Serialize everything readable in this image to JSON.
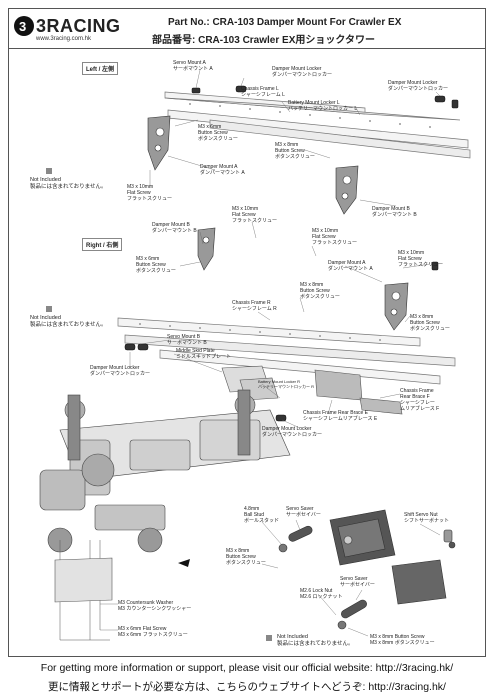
{
  "header": {
    "logo_text": "3RACING",
    "logo_url": "www.3racing.com.hk",
    "title_en": "Part No.: CRA-103  Damper Mount For Crawler EX",
    "title_jp": "部品番号: CRA-103 Crawler EX用ショックタワー"
  },
  "sections": {
    "left": "Left / 左側",
    "right": "Right / 右側"
  },
  "not_included": {
    "en": "Not Included",
    "jp": "製品には含まれておりません。"
  },
  "labels": {
    "l_servo_mount_a": [
      "Servo Mount A",
      "サーボマウント A"
    ],
    "l_damper_locker_1": [
      "Damper Mount Locker",
      "ダンパーマウントロッカー"
    ],
    "l_damper_locker_2": [
      "Damper Mount Locker",
      "ダンパーマウントロッカー"
    ],
    "l_chassis_frame_l": [
      "Chassis Frame L",
      "シャーシフレーム L"
    ],
    "l_battery_locker_l": [
      "Battery Mount Locker L",
      "バッテリーマウントロッカー L"
    ],
    "l_m3x6": [
      "M3 x 6mm",
      "Button Screw",
      "ボタンスクリュー"
    ],
    "l_m3x8": [
      "M3 x 8mm",
      "Button Screw",
      "ボタンスクリュー"
    ],
    "l_damper_a": [
      "Damper Mount A",
      "ダンパーマウント A"
    ],
    "l_m3x10_flat": [
      "M3 x 10mm",
      "Flat Screw",
      "フラットスクリュー"
    ],
    "l_damper_b": [
      "Damper Mount B",
      "ダンパーマウント B"
    ],
    "r_damper_b": [
      "Damper Mount B",
      "ダンパーマウント B"
    ],
    "r_m3x10_flat_1": [
      "M3 x 10mm",
      "Flat Screw",
      "フラットスクリュー"
    ],
    "r_m3x6": [
      "M3 x 6mm",
      "Button Screw",
      "ボタンスクリュー"
    ],
    "r_m3x10_flat_2": [
      "M3 x 10mm",
      "Flat Screw",
      "フラットスクリュー"
    ],
    "r_m3x10_flat_3": [
      "M3 x 10mm",
      "Flat Screw",
      "フラットスクリュー"
    ],
    "r_damper_a": [
      "Damper Mount A",
      "ダンパーマウント A"
    ],
    "r_chassis_frame_r": [
      "Chassis Frame R",
      "シャーシフレーム R"
    ],
    "r_m3x8": [
      "M3 x 8mm",
      "Button Screw",
      "ボタンスクリュー"
    ],
    "r_m3x8_b": [
      "M3 x 8mm",
      "Button Screw",
      "ボタンスクリュー"
    ],
    "r_servo_mount_b": [
      "Servo Mount B",
      "サーボマウント B"
    ],
    "r_middle_skid": [
      "Middle Skid Plate",
      "ミドルスキッドプレート"
    ],
    "r_damper_locker": [
      "Damper Mount Locker",
      "ダンパーマウントロッカー"
    ],
    "r_battery_locker_r": [
      "Battery Mount Locker R",
      "バッテリーマウントロッカー R"
    ],
    "r_rear_brace_f": [
      "Chassis Frame",
      "Rear Brace F",
      "シャーシフレー",
      "ムリアブレース F"
    ],
    "r_rear_brace_e": [
      "Chassis Frame Rear Brace E",
      "シャーシフレームリアブレース E"
    ],
    "r_damper_locker_2": [
      "Damper Mount Locker",
      "ダンパーマウントロッカー"
    ],
    "b_ball_stud": [
      "4.8mm",
      "Ball Stud",
      "ボールスタッド"
    ],
    "b_servo_saver_1": [
      "Servo Saver",
      "サーボセイバー"
    ],
    "b_shift_servo_nut": [
      "Shift Servo Nut",
      "シフトサーボナット"
    ],
    "b_m3x8": [
      "M3 x 8mm",
      "Button Screw",
      "ボタンスクリュー"
    ],
    "b_servo_saver_2": [
      "Servo Saver",
      "サーボセイバー"
    ],
    "b_m26_lock_nut": [
      "M2.6 Lock Nut",
      "M2.6 ロックナット"
    ],
    "b_countersunk": [
      "M3 Countersunk Washer",
      "M3 カウンターシンクワッシャー"
    ],
    "b_m3x6_flat": [
      "M3 x 6mm Flat Screw",
      "M3 x 6mm フラットスクリュー"
    ],
    "b_m3x8_button": [
      "M3 x 8mm Button Screw",
      "M3 x 8mm ボタンスクリュー"
    ]
  },
  "footer": {
    "en": "For getting more information or support, please visit our official website: http://3racing.hk/",
    "jp": "更に情報とサポートが必要な方は、こちらのウェブサイトへどうぞ: http://3racing.hk/"
  }
}
